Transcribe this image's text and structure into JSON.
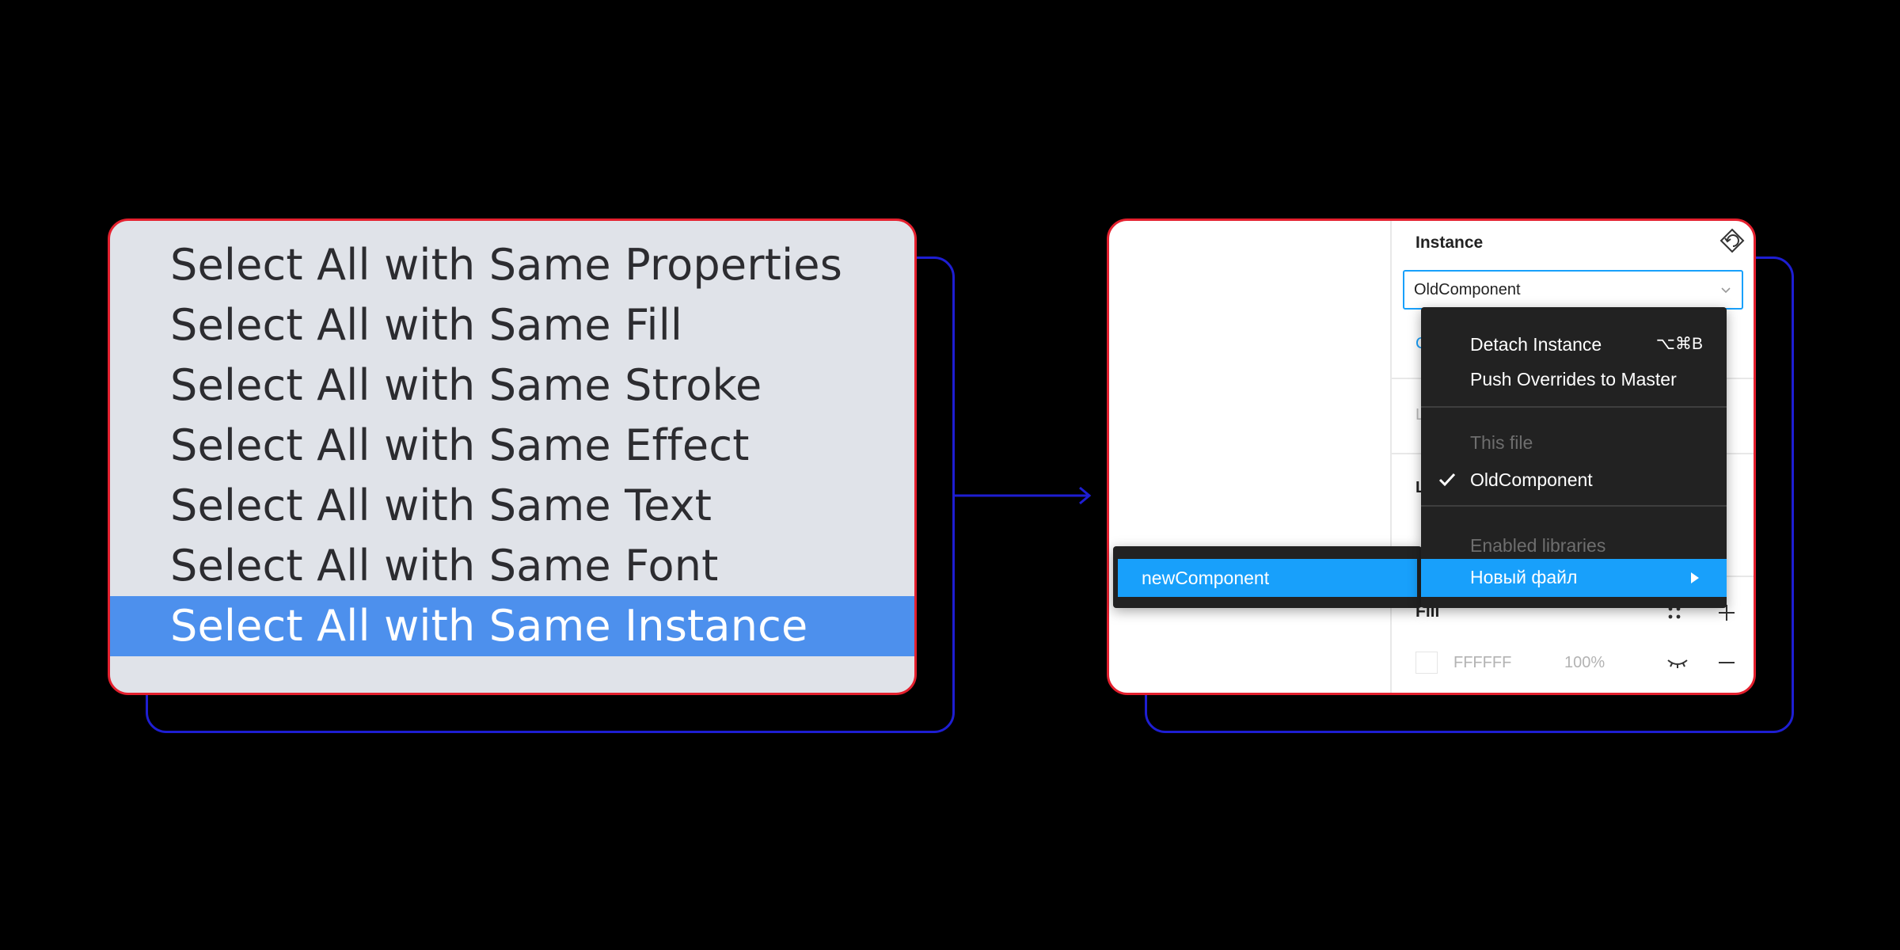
{
  "left_menu": {
    "items": [
      "Select All with Same Properties",
      "Select All with Same Fill",
      "Select All with Same Stroke",
      "Select All with Same Effect",
      "Select All with Same Text",
      "Select All with Same Font",
      "Select All with Same Instance"
    ],
    "selected_index": 6
  },
  "panel": {
    "instance_title": "Instance",
    "reset_icon": "reset-instance-icon",
    "component_select_value": "OldComponent",
    "stub_1": "C",
    "stub_2": "L",
    "stub_3": "L",
    "fill": {
      "title": "Fill",
      "hex": "FFFFFF",
      "opacity": "100%",
      "swatch_color": "#FFFFFF"
    }
  },
  "dropdown": {
    "detach": "Detach Instance",
    "detach_shortcut": "⌥⌘B",
    "push_overrides": "Push Overrides to Master",
    "this_file_header": "This file",
    "old_component": "OldComponent",
    "enabled_libraries_header": "Enabled libraries",
    "new_file": "Новый файл"
  },
  "submenu": {
    "item": "newComponent"
  },
  "colors": {
    "selection_blue": "#4D90ED",
    "figma_blue": "#18A0FB",
    "frame_red": "#E4202E",
    "back_frame_blue": "#1E1ED2",
    "menu_dark": "#222222"
  }
}
